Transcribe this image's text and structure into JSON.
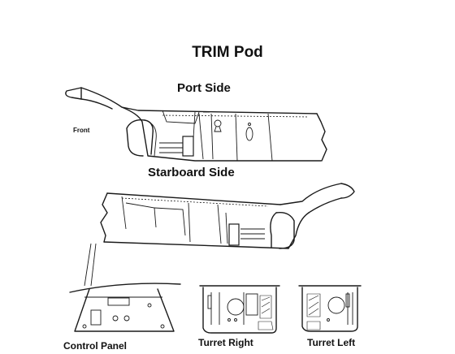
{
  "title": "TRIM Pod",
  "port_side": {
    "heading": "Port Side",
    "front_label": "Front"
  },
  "starboard_side": {
    "heading": "Starboard Side"
  },
  "details": {
    "control_panel": "Control Panel",
    "turret_right": "Turret Right",
    "turret_left": "Turret Left"
  }
}
